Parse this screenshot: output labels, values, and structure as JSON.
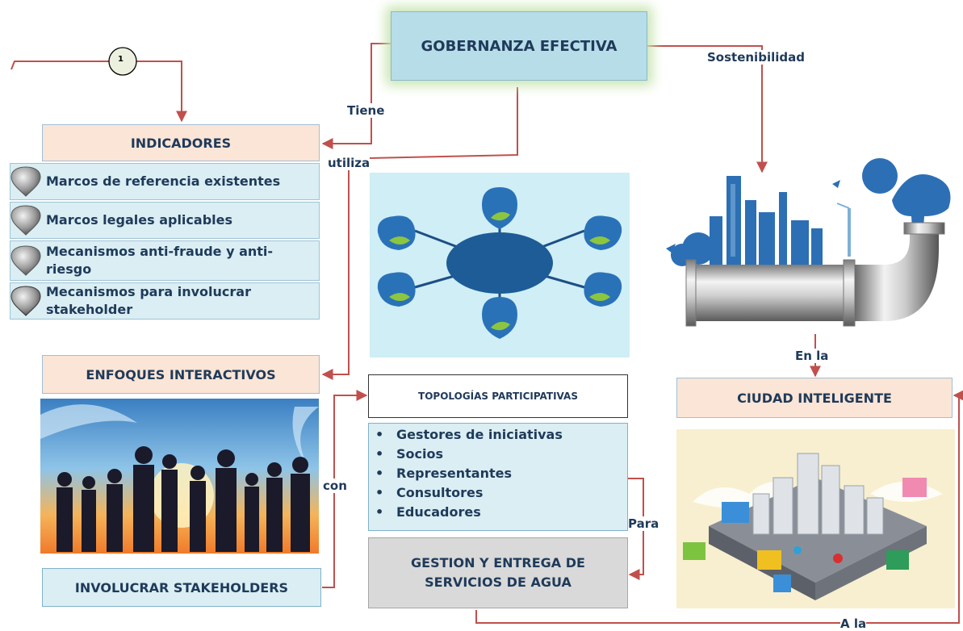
{
  "main_box": "GOBERNANZA EFECTIVA",
  "connector_number": "1",
  "labels": {
    "tiene": "Tiene",
    "utiliza": "utiliza",
    "sostenibilidad": "Sostenibilidad",
    "en_la": "En la",
    "con": "con",
    "para": "Para",
    "a_la": "A la"
  },
  "indicadores": {
    "title": "INDICADORES",
    "items": [
      "Marcos de referencia existentes",
      "Marcos legales aplicables",
      "Mecanismos anti-fraude y anti-riesgo",
      "Mecanismos para involucrar stakeholder"
    ]
  },
  "enfoques": "ENFOQUES INTERACTIVOS",
  "involucrar": "INVOLUCRAR STAKEHOLDERS",
  "topologias": {
    "title": "TOPOLOGÍAS PARTICIPATIVAS",
    "items": [
      "Gestores de iniciativas",
      "Socios",
      "Representantes",
      "Consultores",
      "Educadores"
    ]
  },
  "gestion": "GESTION Y ENTREGA DE SERVICIOS DE AGUA",
  "ciudad": "CIUDAD INTELIGENTE",
  "colors": {
    "arrow": "#c0504d",
    "text": "#1f3a5a",
    "main_box": "#b7dde8"
  }
}
